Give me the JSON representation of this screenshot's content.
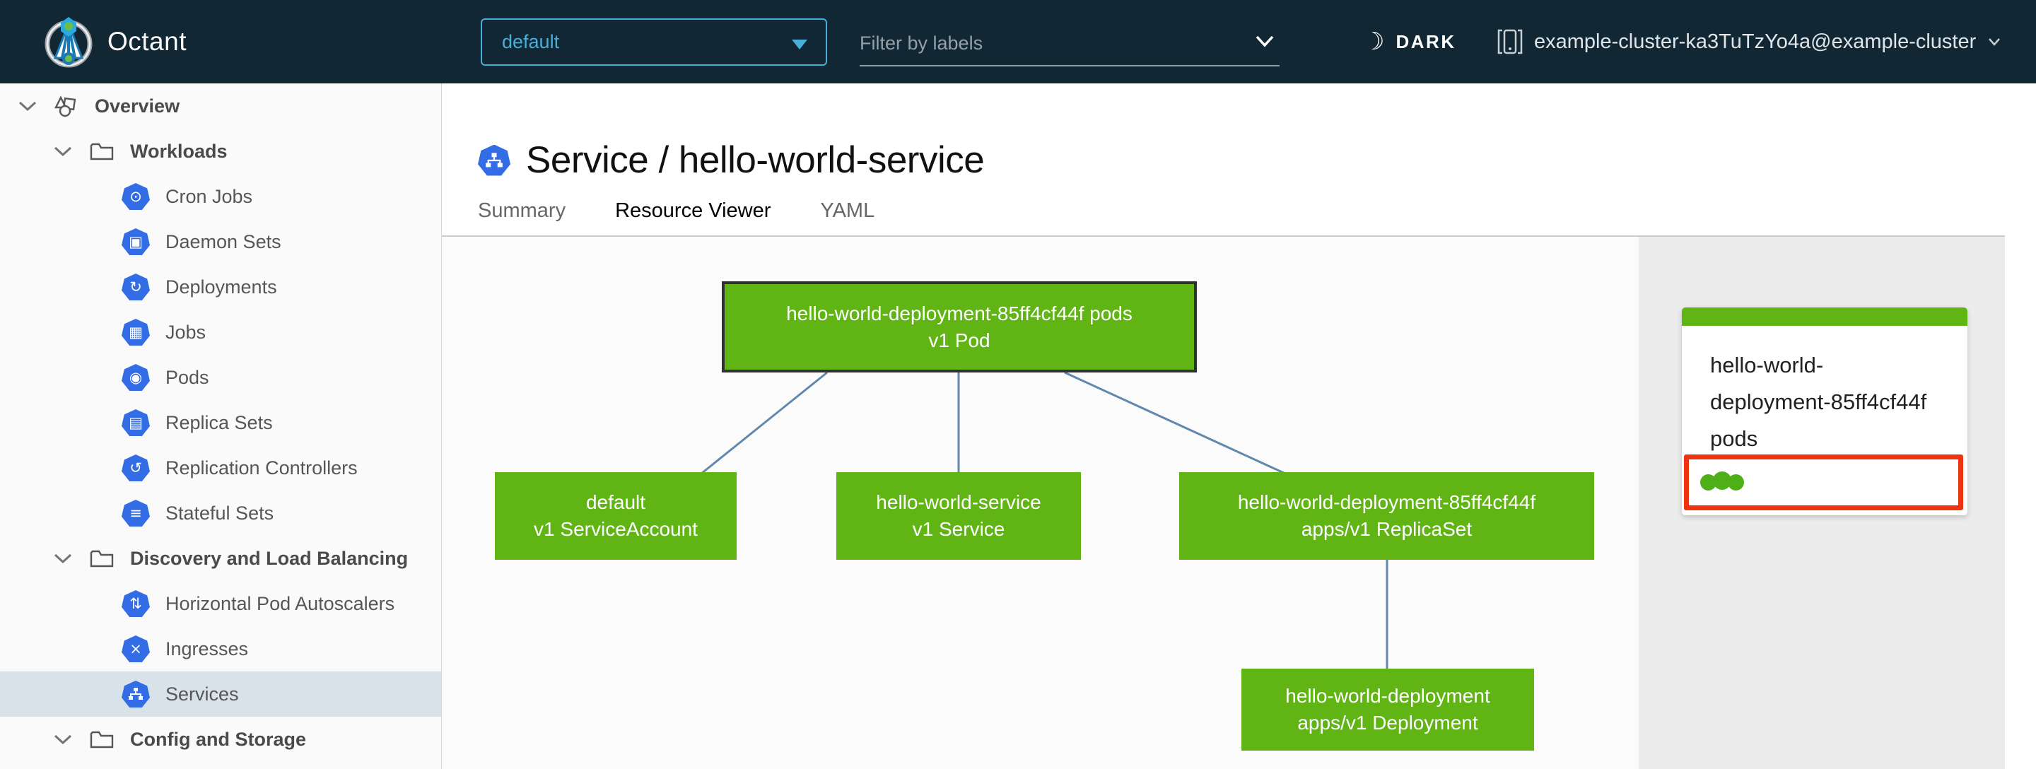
{
  "header": {
    "app_title": "Octant",
    "namespace_dropdown": {
      "value": "default"
    },
    "filter_input": {
      "placeholder": "Filter by labels"
    },
    "theme_toggle": {
      "label": "DARK",
      "icon": "moon-icon"
    },
    "cluster_selector": {
      "label": "example-cluster-ka3TuTzYo4a@example-cluster",
      "icon": "cluster-icon"
    }
  },
  "sidebar": {
    "items": [
      {
        "label": "Overview",
        "level": 1,
        "icon": "objects-icon",
        "expanded": true
      },
      {
        "label": "Workloads",
        "level": 2,
        "icon": "folder-icon",
        "expanded": true
      },
      {
        "label": "Cron Jobs",
        "level": 3,
        "icon": "cronjobs-icon",
        "glyph": "⊙"
      },
      {
        "label": "Daemon Sets",
        "level": 3,
        "icon": "daemonsets-icon",
        "glyph": "▣"
      },
      {
        "label": "Deployments",
        "level": 3,
        "icon": "deployments-icon",
        "glyph": "↻"
      },
      {
        "label": "Jobs",
        "level": 3,
        "icon": "jobs-icon",
        "glyph": "▦"
      },
      {
        "label": "Pods",
        "level": 3,
        "icon": "pods-icon",
        "glyph": "◉"
      },
      {
        "label": "Replica Sets",
        "level": 3,
        "icon": "replicasets-icon",
        "glyph": "▤"
      },
      {
        "label": "Replication Controllers",
        "level": 3,
        "icon": "replicationcontrollers-icon",
        "glyph": "↺"
      },
      {
        "label": "Stateful Sets",
        "level": 3,
        "icon": "statefulsets-icon",
        "glyph": "≡"
      },
      {
        "label": "Discovery and Load Balancing",
        "level": 2,
        "icon": "folder-icon",
        "expanded": true
      },
      {
        "label": "Horizontal Pod Autoscalers",
        "level": 3,
        "icon": "hpa-icon",
        "glyph": "⇅"
      },
      {
        "label": "Ingresses",
        "level": 3,
        "icon": "ingresses-icon",
        "glyph": "×"
      },
      {
        "label": "Services",
        "level": 3,
        "icon": "services-icon",
        "selected": true
      },
      {
        "label": "Config and Storage",
        "level": 2,
        "icon": "folder-icon",
        "expanded": true
      }
    ]
  },
  "main": {
    "page_title": "Service / hello-world-service",
    "page_icon": "service-icon",
    "tabs": [
      {
        "label": "Summary",
        "active": false
      },
      {
        "label": "Resource Viewer",
        "active": true
      },
      {
        "label": "YAML",
        "active": false
      }
    ],
    "graph": {
      "nodes": {
        "pod": {
          "name": "hello-world-deployment-85ff4cf44f pods",
          "kind": "v1 Pod",
          "selected": true,
          "status": "ok"
        },
        "serviceaccount": {
          "name": "default",
          "kind": "v1 ServiceAccount",
          "status": "ok"
        },
        "service": {
          "name": "hello-world-service",
          "kind": "v1 Service",
          "status": "ok"
        },
        "replicaset": {
          "name": "hello-world-deployment-85ff4cf44f",
          "kind": "apps/v1 ReplicaSet",
          "status": "ok"
        },
        "deployment": {
          "name": "hello-world-deployment",
          "kind": "apps/v1 Deployment",
          "status": "ok"
        }
      },
      "edges": [
        [
          "pod",
          "serviceaccount"
        ],
        [
          "pod",
          "service"
        ],
        [
          "pod",
          "replicaset"
        ],
        [
          "replicaset",
          "deployment"
        ]
      ]
    },
    "side_card": {
      "title": "hello-world-deployment-85ff4cf44f pods",
      "pod_dots": 3,
      "highlighted": true
    }
  },
  "colors": {
    "header_bg": "#112834",
    "accent_blue": "#49afd9",
    "k8s_icon_blue": "#326de6",
    "status_green": "#60b515",
    "highlight_red": "#ee3311",
    "active_tab_underline": "#0079b8",
    "edge_blue": "#6388ad",
    "selected_nav_bg": "#d8e3e9"
  }
}
